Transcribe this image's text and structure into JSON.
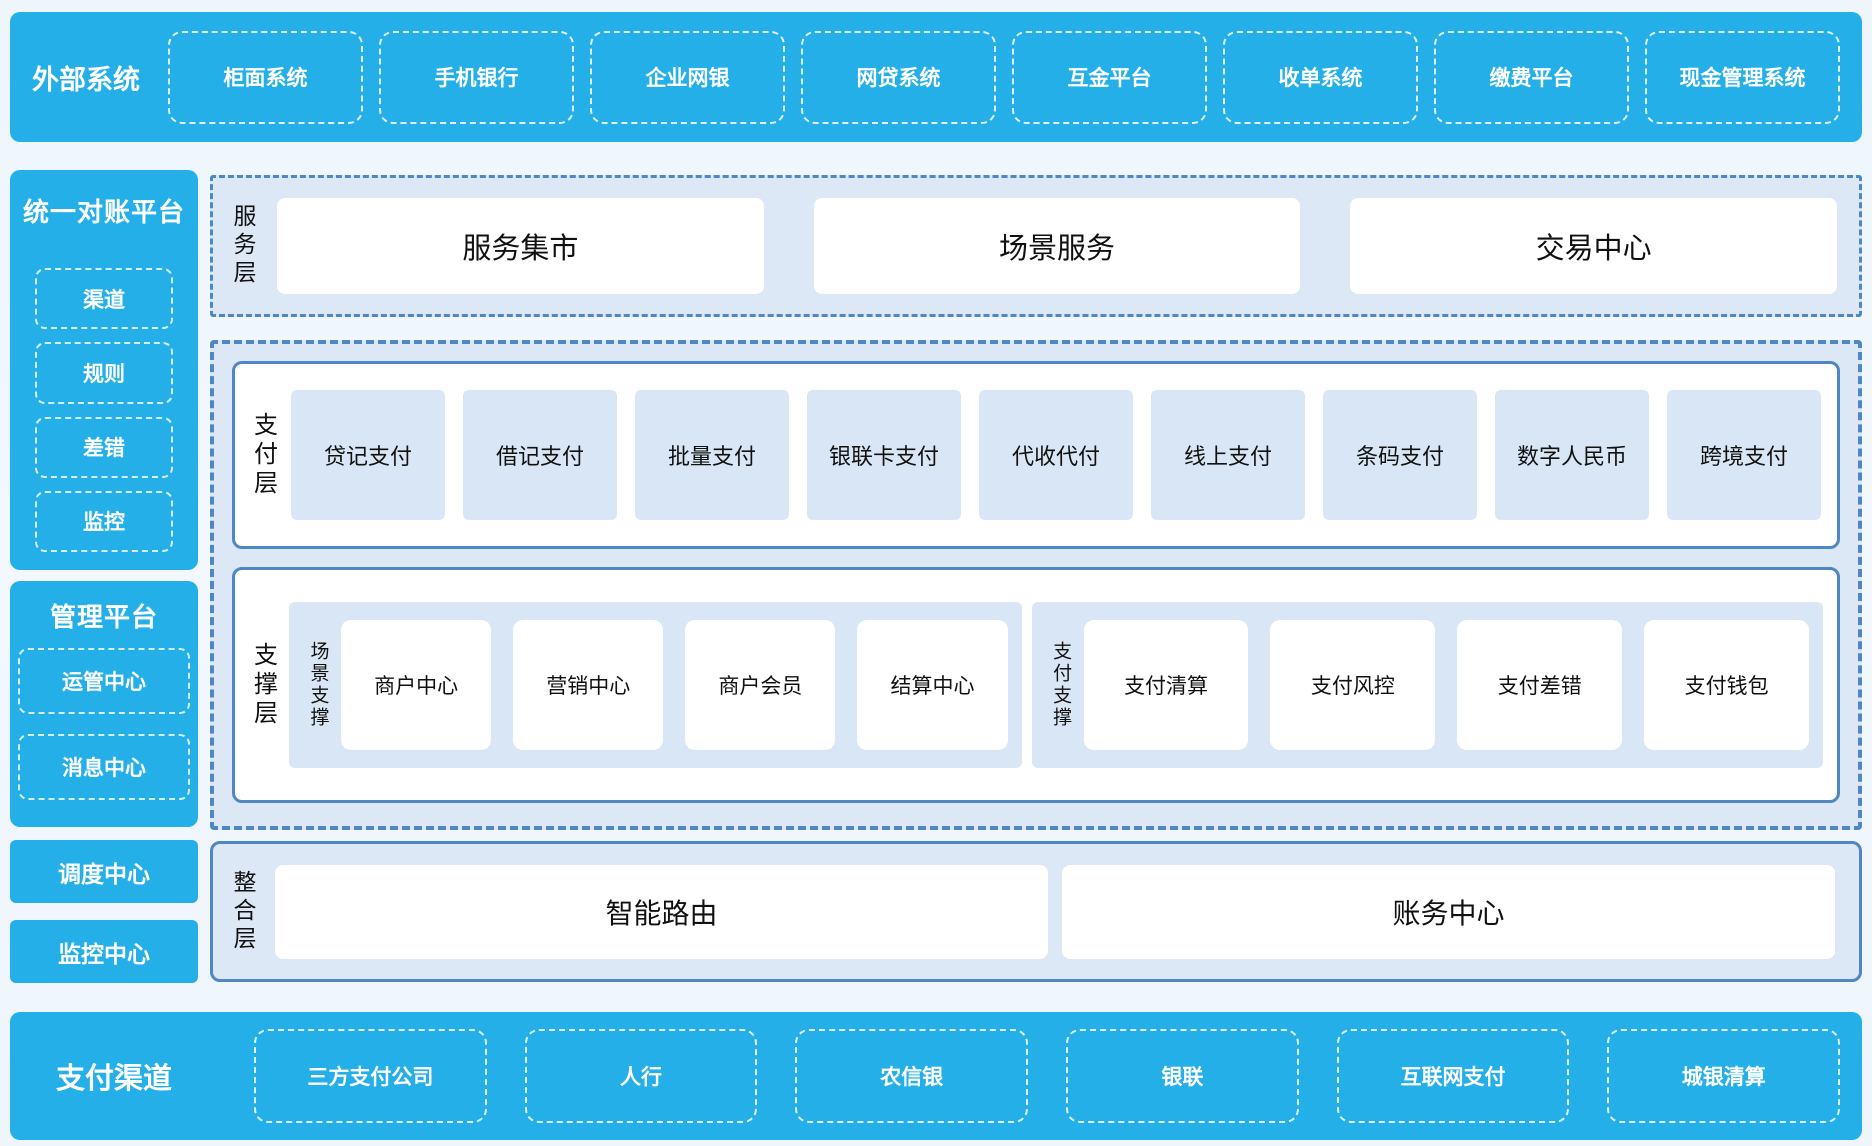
{
  "colors": {
    "accent_blue": "#25AFE8",
    "panel_light_blue": "#DCE8F6",
    "box_light_blue": "#D9E6F5",
    "border_steel_blue": "#4E87C3",
    "text_dark": "#111111",
    "text_on_blue": "#FFFFFF"
  },
  "top_bar": {
    "title": "外部系统",
    "items": [
      "柜面系统",
      "手机银行",
      "企业网银",
      "网贷系统",
      "互金平台",
      "收单系统",
      "缴费平台",
      "现金管理系统"
    ]
  },
  "sidebar": {
    "reconciliation": {
      "title": "统一对账平台",
      "items": [
        "渠道",
        "规则",
        "差错",
        "监控"
      ]
    },
    "management": {
      "title": "管理平台",
      "items": [
        "运管中心",
        "消息中心"
      ]
    },
    "standalone": [
      "调度中心",
      "监控中心"
    ]
  },
  "main": {
    "service_layer": {
      "label": "服务层",
      "items": [
        "服务集市",
        "场景服务",
        "交易中心"
      ]
    },
    "payment_layer": {
      "label": "支付层",
      "items": [
        "贷记支付",
        "借记支付",
        "批量支付",
        "银联卡支付",
        "代收代付",
        "线上支付",
        "条码支付",
        "数字人民币",
        "跨境支付"
      ]
    },
    "support_layer": {
      "label": "支撑层",
      "groups": [
        {
          "label": "场景支撑",
          "items": [
            "商户中心",
            "营销中心",
            "商户会员",
            "结算中心"
          ]
        },
        {
          "label": "支付支撑",
          "items": [
            "支付清算",
            "支付风控",
            "支付差错",
            "支付钱包"
          ]
        }
      ]
    },
    "integration_layer": {
      "label": "整合层",
      "items": [
        "智能路由",
        "账务中心"
      ]
    }
  },
  "bottom_bar": {
    "title": "支付渠道",
    "items": [
      "三方支付公司",
      "人行",
      "农信银",
      "银联",
      "互联网支付",
      "城银清算"
    ]
  }
}
